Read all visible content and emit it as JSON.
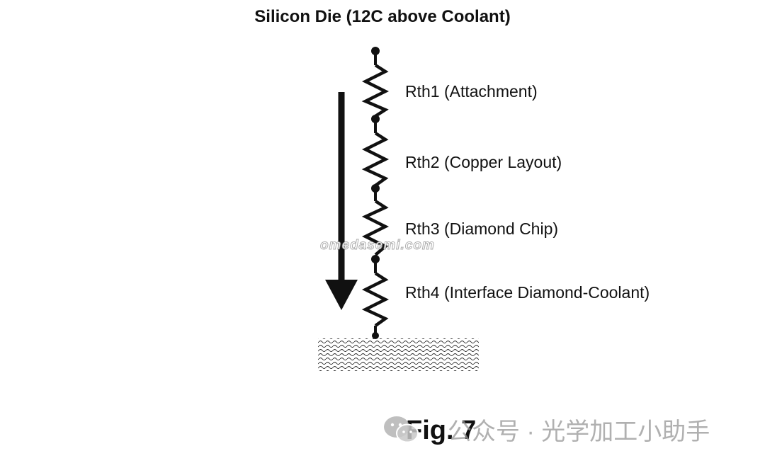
{
  "title": "Silicon Die (12C above Coolant)",
  "resistors": [
    {
      "label": "Rth1 (Attachment)"
    },
    {
      "label": "Rth2 (Copper Layout)"
    },
    {
      "label": "Rth3 (Diamond Chip)"
    },
    {
      "label": "Rth4 (Interface Diamond-Coolant)"
    }
  ],
  "caption": "Fig. 7",
  "watermark": {
    "site": "omedasemi.com",
    "account": "公众号 · 光学加工小助手",
    "icon": "wechat-icon"
  },
  "colors": {
    "line": "#111111",
    "watermark": "#9a9a9a"
  }
}
